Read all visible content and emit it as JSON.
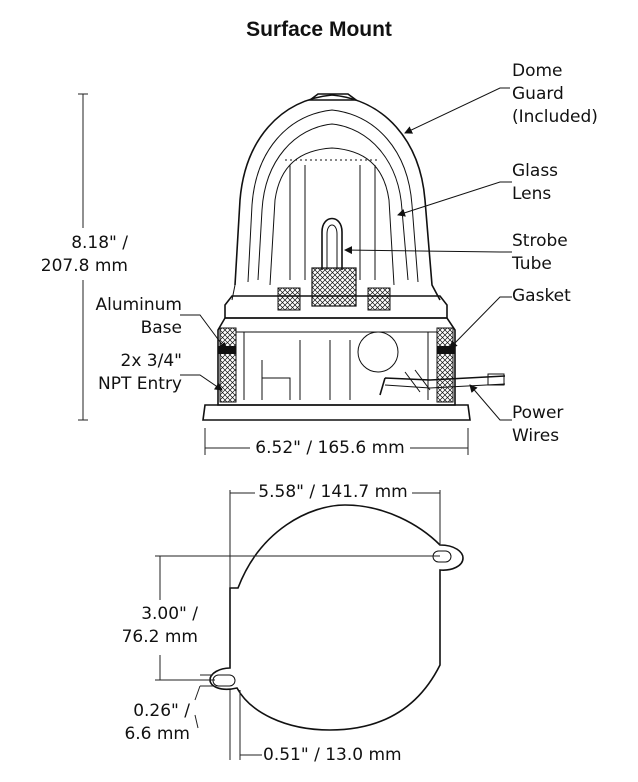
{
  "title": "Surface Mount",
  "callouts": {
    "dome_guard": [
      "Dome",
      "Guard",
      "(Included)"
    ],
    "glass_lens": [
      "Glass",
      "Lens"
    ],
    "strobe_tube": [
      "Strobe",
      "Tube"
    ],
    "gasket": "Gasket",
    "power_wires": [
      "Power",
      "Wires"
    ],
    "aluminum_base": [
      "Aluminum",
      "Base"
    ],
    "npt_entry": [
      "2x 3/4\"",
      "NPT Entry"
    ]
  },
  "dimensions": {
    "height": [
      "8.18\" /",
      "207.8 mm"
    ],
    "base_width": "6.52\" / 165.6 mm",
    "plate_width": "5.58\" / 141.7 mm",
    "hole_spacing": [
      "3.00\" /",
      "76.2 mm"
    ],
    "hole_diameter": [
      "0.26\" /",
      "6.6 mm"
    ],
    "hole_offset": "0.51\" / 13.0 mm"
  }
}
